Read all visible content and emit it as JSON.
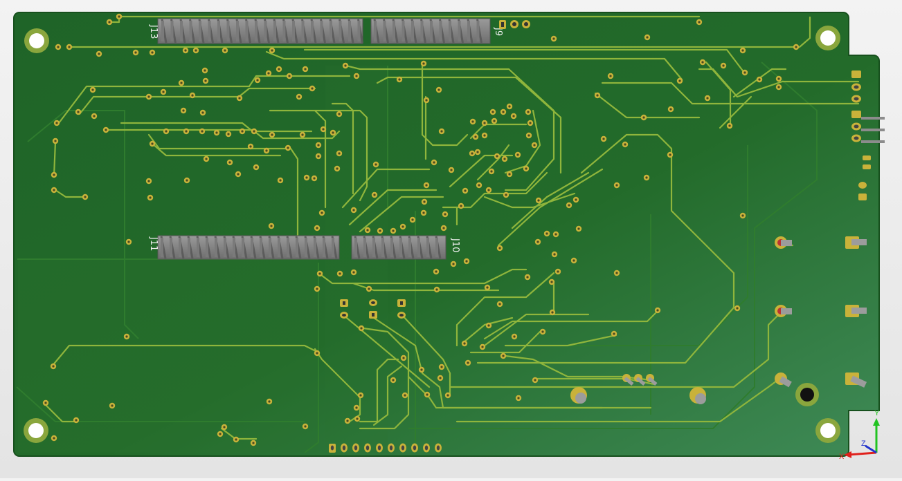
{
  "viewer": {
    "title": "3D PCB viewer — bottom side"
  },
  "board": {
    "colors": {
      "substrate": "#236b2a",
      "substrate_light": "#3d8a55",
      "copper_trace": "#8fb53c",
      "plane_trace": "#2e7a2d",
      "pad_gold": "#c9b23a",
      "hole_fill": "#1c1c1c",
      "pin_steel": "#8c8c8c",
      "mounting_ring": "#c9c25a"
    }
  },
  "connectors": {
    "j13": {
      "label": "J13"
    },
    "j9": {
      "label": "J9"
    },
    "j11": {
      "label": "J11"
    },
    "j10": {
      "label": "J10"
    }
  },
  "axes": {
    "x_label": "X",
    "y_label": "Y",
    "z_label": "Z",
    "x_color": "#e0201b",
    "y_color": "#21c321",
    "z_color": "#2233cc"
  }
}
